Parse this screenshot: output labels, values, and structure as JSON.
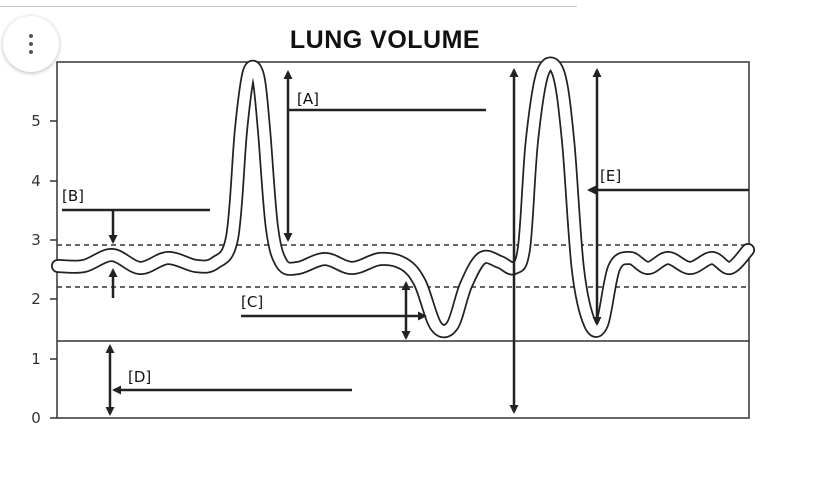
{
  "page": {
    "title": "LUNG VOLUME",
    "menu_icon": "vertical-dots-icon"
  },
  "y_axis": {
    "ticks": [
      "0",
      "1",
      "2",
      "3",
      "4",
      "5"
    ]
  },
  "labels": {
    "a": "[A]",
    "b": "[B]",
    "c": "[C]",
    "d": "[D]",
    "e": "[E]"
  },
  "colors": {
    "ink": "#222222",
    "trace_fill": "#ffffff"
  }
}
